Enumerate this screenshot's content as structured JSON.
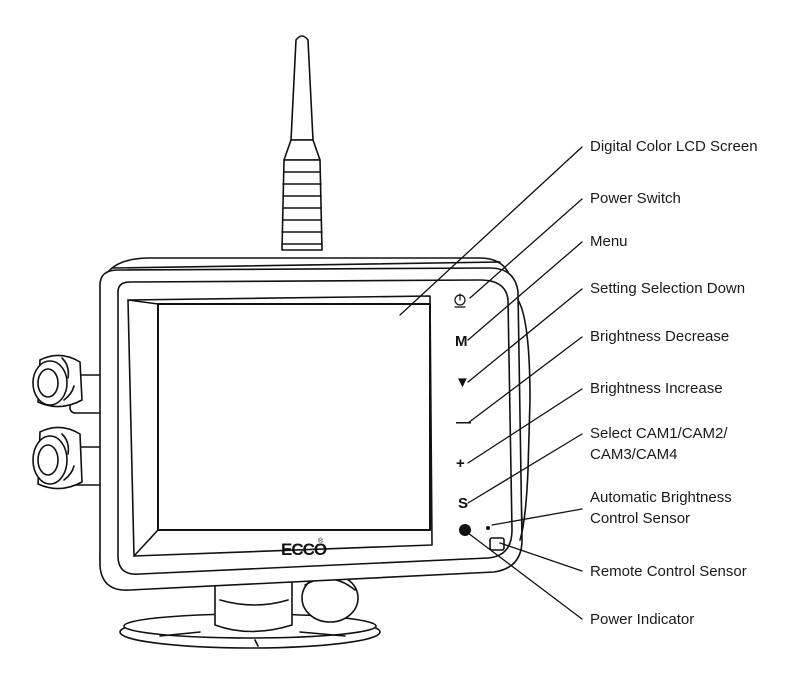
{
  "device": {
    "brand": "ECCO",
    "trademark": "®",
    "buttons": {
      "menu": "M",
      "down": "▼",
      "decrease": "—",
      "increase": "+",
      "select": "S"
    }
  },
  "callouts": {
    "lcd_screen": "Digital Color LCD Screen",
    "power_switch": "Power Switch",
    "menu": "Menu",
    "setting_down": "Setting Selection Down",
    "brightness_decrease": "Brightness Decrease",
    "brightness_increase": "Brightness Increase",
    "select_cam_line1": "Select CAM1/CAM2/",
    "select_cam_line2": "CAM3/CAM4",
    "auto_brightness_line1": "Automatic Brightness",
    "auto_brightness_line2": "Control Sensor",
    "remote_sensor": "Remote Control Sensor",
    "power_indicator": "Power Indicator"
  }
}
